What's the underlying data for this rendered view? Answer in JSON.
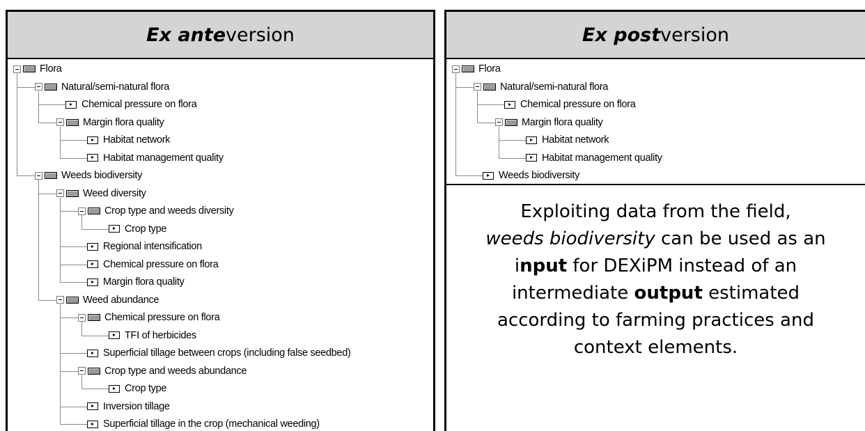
{
  "left_panel": {
    "title_emphasis": "Ex ante",
    "title_rest": "version",
    "tree": [
      {
        "label": "Flora",
        "type": "aggregate",
        "level": 0
      },
      {
        "label": "Natural/semi-natural flora",
        "type": "aggregate",
        "level": 1
      },
      {
        "label": "Chemical pressure on flora",
        "type": "basic",
        "level": 2
      },
      {
        "label": "Margin flora quality",
        "type": "aggregate",
        "level": 2
      },
      {
        "label": "Habitat network",
        "type": "basic",
        "level": 3
      },
      {
        "label": "Habitat management quality",
        "type": "basic",
        "level": 3
      },
      {
        "label": "Weeds biodiversity",
        "type": "aggregate",
        "level": 1
      },
      {
        "label": "Weed diversity",
        "type": "aggregate",
        "level": 2
      },
      {
        "label": "Crop type and weeds diversity",
        "type": "aggregate",
        "level": 3
      },
      {
        "label": "Crop type",
        "type": "basic",
        "level": 4
      },
      {
        "label": "Regional intensification",
        "type": "basic",
        "level": 3
      },
      {
        "label": "Chemical pressure on flora",
        "type": "basic",
        "level": 3
      },
      {
        "label": "Margin flora quality",
        "type": "basic",
        "level": 3
      },
      {
        "label": "Weed abundance",
        "type": "aggregate",
        "level": 2
      },
      {
        "label": "Chemical pressure on flora",
        "type": "aggregate",
        "level": 3
      },
      {
        "label": "TFI of herbicides",
        "type": "basic",
        "level": 4
      },
      {
        "label": "Superficial tillage between crops (including false seedbed)",
        "type": "basic",
        "level": 3
      },
      {
        "label": "Crop type and weeds abundance",
        "type": "aggregate",
        "level": 3
      },
      {
        "label": "Crop type",
        "type": "basic",
        "level": 4
      },
      {
        "label": "Inversion tillage",
        "type": "basic",
        "level": 3
      },
      {
        "label": "Superficial tillage in the crop (mechanical weeding)",
        "type": "basic",
        "level": 3
      }
    ]
  },
  "right_panel": {
    "title_emphasis": "Ex post",
    "title_rest": "version",
    "tree": [
      {
        "label": "Flora",
        "type": "aggregate",
        "level": 0
      },
      {
        "label": "Natural/semi-natural flora",
        "type": "aggregate",
        "level": 1
      },
      {
        "label": "Chemical pressure on flora",
        "type": "basic",
        "level": 2
      },
      {
        "label": "Margin flora quality",
        "type": "aggregate",
        "level": 2
      },
      {
        "label": "Habitat network",
        "type": "basic",
        "level": 3
      },
      {
        "label": "Habitat management quality",
        "type": "basic",
        "level": 3
      },
      {
        "label": "Weeds biodiversity",
        "type": "basic",
        "level": 1
      }
    ],
    "note": {
      "line1": "Exploiting data from the field,",
      "line2_italic": "weeds biodiversity",
      "line2_rest": " can be used as an",
      "line3_pre": "i",
      "line3_bold": "nput",
      "line3_rest": " for DEXiPM instead of an",
      "line4_pre": "intermediate ",
      "line4_bold": "output",
      "line4_rest": " estimated",
      "line5": "according to farming practices and",
      "line6": "context elements."
    }
  }
}
